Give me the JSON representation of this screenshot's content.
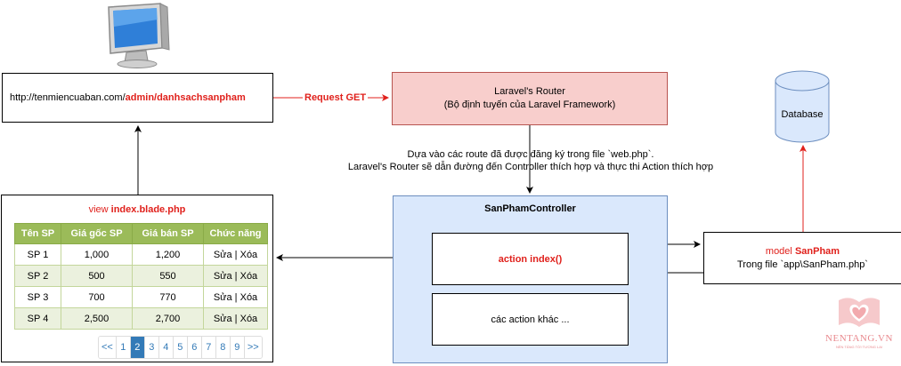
{
  "colors": {
    "accent_red": "#e0211c",
    "router_fill": "#f8cecc",
    "router_stroke": "#b85450",
    "controller_fill": "#dae8fc",
    "controller_stroke": "#6c8ebf",
    "db_fill": "#dae8fc",
    "table_header": "#9bbb59",
    "table_alt_row": "#ebf1de",
    "pagination_active": "#337ab7"
  },
  "client": {
    "icon": "monitor-icon",
    "url_prefix": "http://tenmiencuaban.com/",
    "url_path": "admin/danhsachsanpham"
  },
  "edges": {
    "request_label": "Request GET",
    "route_line1": "Dựa vào các route đã được đăng ký trong file `web.php`.",
    "route_line2": "Laravel's Router sẽ dẫn đường đến Controller thích hợp và thực thi Action thích hợp"
  },
  "router": {
    "title": "Laravel's Router",
    "subtitle": "(Bộ định tuyến của Laravel Framework)"
  },
  "controller": {
    "title": "SanPhamController",
    "action_main": "action index()",
    "action_other": "các action khác ..."
  },
  "model": {
    "prefix": "model ",
    "name": "SanPham",
    "file": "Trong file `app\\SanPham.php`"
  },
  "database": {
    "label": "Database"
  },
  "view": {
    "prefix": "view ",
    "file": "index.blade.php",
    "table": {
      "headers": [
        "Tên SP",
        "Giá gốc SP",
        "Giá bán SP",
        "Chức năng"
      ],
      "rows": [
        [
          "SP 1",
          "1,000",
          "1,200",
          "Sửa | Xóa"
        ],
        [
          "SP 2",
          "500",
          "550",
          "Sửa | Xóa"
        ],
        [
          "SP 3",
          "700",
          "770",
          "Sửa | Xóa"
        ],
        [
          "SP 4",
          "2,500",
          "2,700",
          "Sửa | Xóa"
        ]
      ]
    },
    "pagination": {
      "prev": "<<",
      "pages": [
        "1",
        "2",
        "3",
        "4",
        "5",
        "6",
        "7",
        "8",
        "9"
      ],
      "active": "2",
      "next": ">>"
    }
  },
  "brand": {
    "name": "NENTANG.VN",
    "tagline": "NỀN TẢNG TỚI TƯƠNG LAI"
  }
}
